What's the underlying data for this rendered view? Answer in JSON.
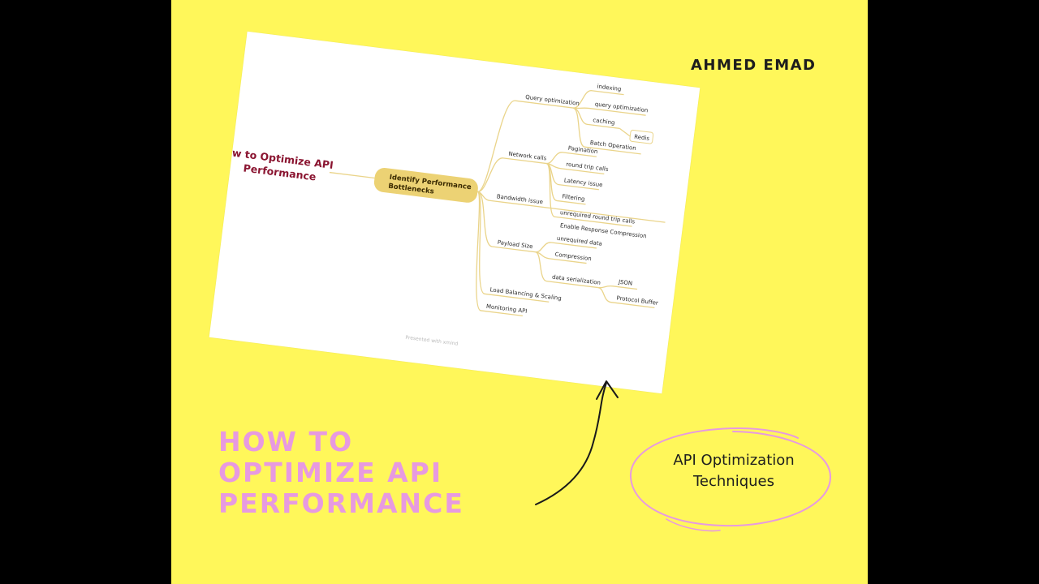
{
  "author": "AHMED EMAD",
  "title_lines": [
    "HOW TO",
    "OPTIMIZE API",
    "PERFORMANCE"
  ],
  "callout": [
    "API Optimization",
    "Techniques"
  ],
  "mindmap": {
    "root": [
      "w to Optimize API",
      "Performance"
    ],
    "center": [
      "Identify Performance",
      "Bottlenecks"
    ],
    "footer": "Presented with xmind",
    "branches": {
      "query_optimization": "Query optimization",
      "indexing": "indexing",
      "query_optimization_sub": "query optimization",
      "caching": "caching",
      "redis": "Redis",
      "batch_operation": "Batch Operation",
      "network_calls": "Network calls",
      "pagination": "Pagination",
      "round_trip_calls": "round trip calls",
      "latency_issue": "Latency issue",
      "filtering": "Filtering",
      "unrequired_round_trip_calls": "unrequired round trip calls",
      "bandwidth_issue": "Bandwidth issue",
      "enable_response_compression": "Enable Response Compression",
      "payload_size": "Payload Size",
      "unrequired_data": "unrequired data",
      "compression": "Compression",
      "data_serialization": "data serialization",
      "json": "JSON",
      "protocol_buffer": "Protocol Buffer",
      "load_balancing": "Load Balancing & Scaling",
      "monitoring_api": "Monitoring API"
    }
  },
  "colors": {
    "background": "#fff75a",
    "title": "#e79ae0",
    "root_text": "#8a1430",
    "center_node": "#ecd274",
    "branch_lines": "#ead48a",
    "callout_outline": "#e79ae0"
  }
}
